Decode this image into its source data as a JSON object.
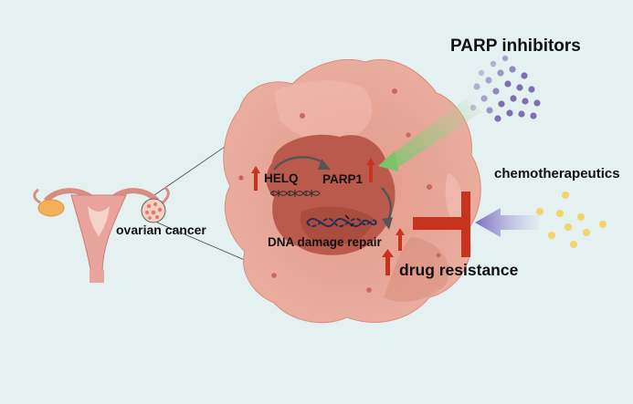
{
  "labels": {
    "parp_inhibitors": "PARP inhibitors",
    "chemotherapeutics": "chemotherapeutics",
    "helq": "HELQ",
    "parp1": "PARP1",
    "dna_damage_repair": "DNA damage repair",
    "drug_resistance": "drug resistance",
    "ovarian_cancer": "ovarian cancer"
  },
  "colors": {
    "background": "#e5f1f0",
    "cell_fill": "#e8a596",
    "nucleus_fill": "#b85648",
    "upregulation_arrow": "#c8331f",
    "inhibitor_dots": "#7e6fb1",
    "chemo_dots": "#f3d36a",
    "chemo_arrow": "#8f83c9",
    "inhibitor_beam": "#8ccc7e"
  },
  "icons": {
    "organ": "uterus-ovary-icon",
    "dna": "dna-helix-icon",
    "block": "inhibition-t-bar-icon"
  }
}
